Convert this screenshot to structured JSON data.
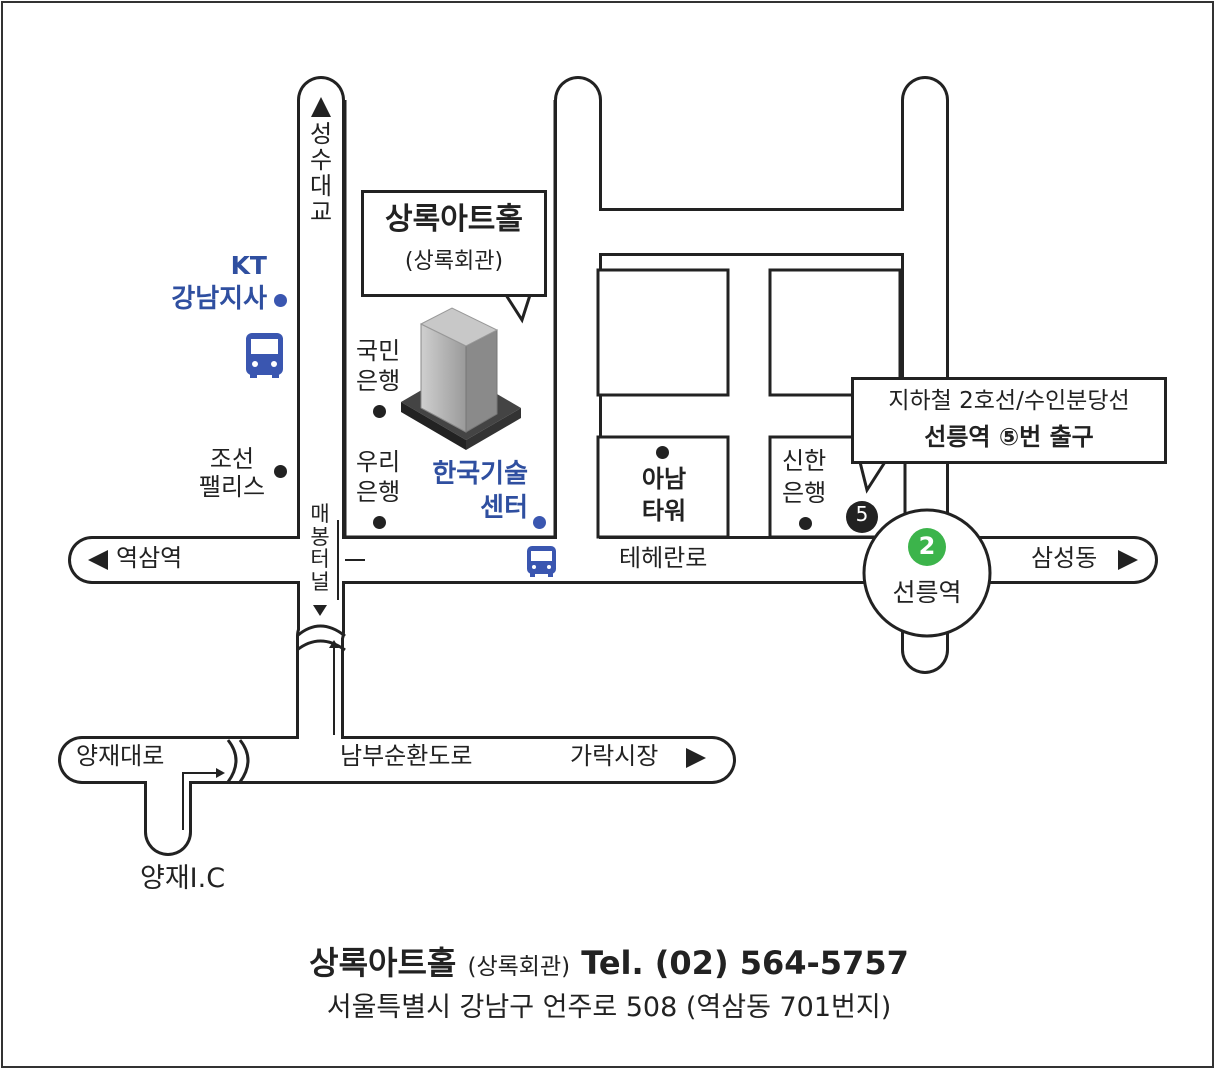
{
  "venue": {
    "name": "상록아트홀",
    "alt_name": "(상록회관)"
  },
  "labels": {
    "seongsu_bridge": [
      "성",
      "수",
      "대",
      "교"
    ],
    "maebong_tunnel": [
      "매",
      "봉",
      "터",
      "널"
    ],
    "kt_line1": "KT",
    "kt_line2": "강남지사",
    "joseon_line1": "조선",
    "joseon_line2": "팰리스",
    "kookmin_line1": "국민",
    "kookmin_line2": "은행",
    "woori_line1": "우리",
    "woori_line2": "은행",
    "kitc_line1": "한국기술",
    "kitc_line2": "센터",
    "anam_line1": "아남",
    "anam_line2": "타워",
    "shinhan_line1": "신한",
    "shinhan_line2": "은행",
    "yeoksam_station": "역삼역",
    "teheran_road": "테헤란로",
    "samseong_dong": "삼성동",
    "seolleung_station": "선릉역",
    "line_number": "2",
    "exit_number": "5",
    "yangjae_road": "양재대로",
    "nambu_road": "남부순환도로",
    "garak_market": "가락시장",
    "yangjae_ic": "양재I.C"
  },
  "subway_callout": {
    "line1": "지하철 2호선/수인분당선",
    "line2": "선릉역 ⑤번 출구"
  },
  "footer": {
    "name": "상록아트홀",
    "alt_name": "(상록회관)",
    "tel": "Tel. (02) 564-5757",
    "address": "서울특별시 강남구 언주로 508 (역삼동 701번지)"
  },
  "icons": [
    "arrow-up-icon",
    "arrow-down-icon",
    "arrow-left-icon",
    "arrow-right-icon",
    "bus-icon",
    "building-icon",
    "subway-line-2-icon",
    "exit-5-icon"
  ],
  "colors": {
    "road_outline": "#222222",
    "poi_blue": "#2f4fa0",
    "line2_green": "#3cb44b"
  }
}
